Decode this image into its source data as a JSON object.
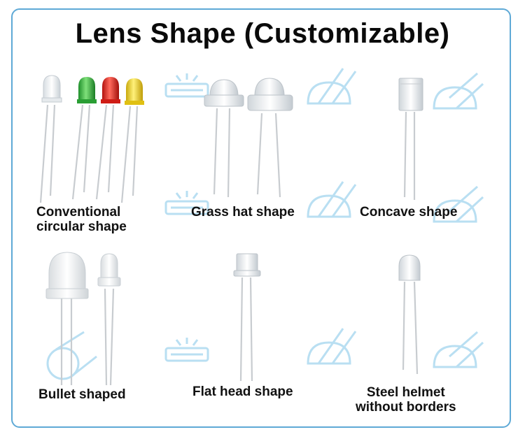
{
  "title": "Lens Shape (Customizable)",
  "colors": {
    "border": "#5ea9d6",
    "watermark": "#b9dff2",
    "led_white": "#eef1f3",
    "led_green": "#2fb53b",
    "led_red": "#e3231c",
    "led_yellow": "#f2d21b"
  },
  "shapes": [
    {
      "label_lines": [
        "Conventional",
        "circular shape"
      ],
      "icon": "round-led-group-image"
    },
    {
      "label_lines": [
        "Grass hat shape"
      ],
      "icon": "straw-hat-led-image"
    },
    {
      "label_lines": [
        "Concave shape"
      ],
      "icon": "concave-led-image"
    },
    {
      "label_lines": [
        "Bullet shaped"
      ],
      "icon": "bullet-led-image"
    },
    {
      "label_lines": [
        "Flat head shape"
      ],
      "icon": "flat-head-led-image"
    },
    {
      "label_lines": [
        "Steel helmet",
        "without borders"
      ],
      "icon": "steel-helmet-led-image"
    }
  ]
}
